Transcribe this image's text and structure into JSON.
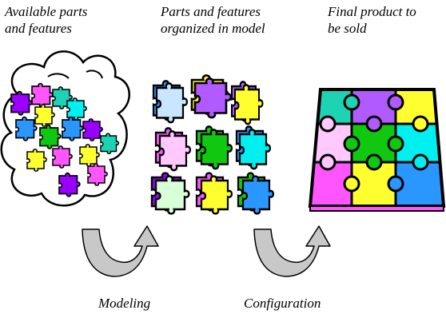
{
  "captions": {
    "available": "Available parts\nand features",
    "organized": "Parts and features\norganized in model",
    "final": "Final product to\nbe sold"
  },
  "labels": {
    "modeling": "Modeling",
    "configuration": "Configuration"
  },
  "colors": {
    "cyan": "#00f0f0",
    "purple": "#b05aff",
    "yellow": "#ffff30",
    "green": "#11c811",
    "pink": "#ffc8ff",
    "magenta": "#ff55ff",
    "blue": "#2a96ff",
    "teal": "#1ed2b4",
    "violet": "#9900ff",
    "lightblue": "#c8e6ff",
    "lightgreen": "#d8ffd8",
    "arrow": "#c8c8c8"
  },
  "icons": {
    "cloud": "cloud-of-puzzle-pieces",
    "stacks": "stacked-puzzle-pieces-grid",
    "puzzle": "assembled-puzzle",
    "arrow": "curved-arrow"
  }
}
